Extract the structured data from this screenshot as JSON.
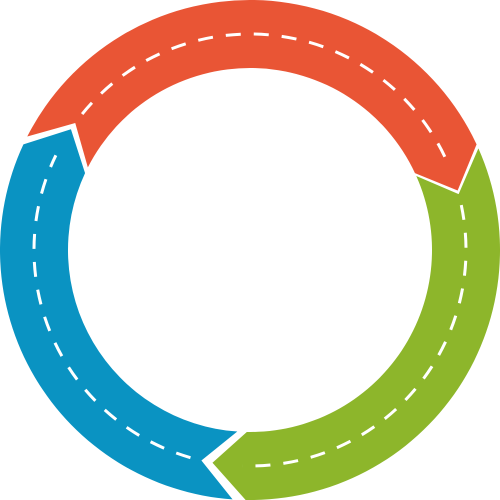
{
  "diagram": {
    "type": "circular-cycle",
    "background": "#ffffff",
    "road_marking_color": "#ffffff",
    "segments": [
      {
        "id": "top",
        "color": "#e95535"
      },
      {
        "id": "right",
        "color": "#8db62b"
      },
      {
        "id": "left",
        "color": "#0a93c2"
      }
    ]
  }
}
